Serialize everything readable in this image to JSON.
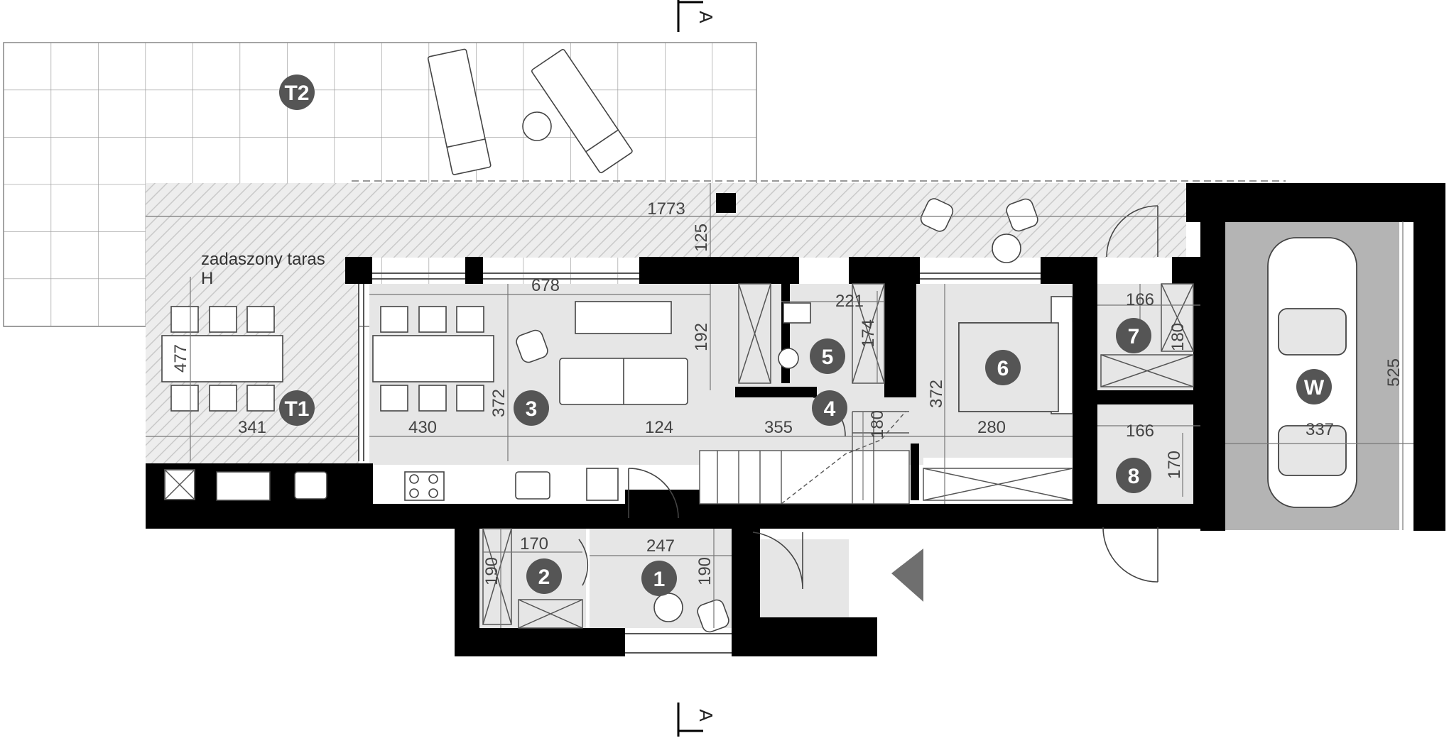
{
  "terrace_label": "zadaszony taras",
  "terrace_marker": "H",
  "section_marker": "A",
  "room_badges": {
    "t2": "T2",
    "t1": "T1",
    "r1": "1",
    "r2": "2",
    "r3": "3",
    "r4": "4",
    "r5": "5",
    "r6": "6",
    "r7": "7",
    "r8": "8",
    "garage": "W"
  },
  "dimensions": {
    "overall_width": "1773",
    "terrace_depth": "125",
    "t1_depth": "477",
    "t1_width": "341",
    "living_width": "678",
    "living_depth_a": "192",
    "living_depth_b": "372",
    "living_seg_1": "430",
    "living_seg_2": "124",
    "living_seg_3": "355",
    "bath_width": "221",
    "bath_depth": "174",
    "stair_depth": "180",
    "bedroom_depth": "372",
    "bedroom_width": "280",
    "room7_width": "166",
    "room7_depth": "180",
    "room8_width": "166",
    "room8_depth": "170",
    "garage_width": "337",
    "garage_depth": "525",
    "room2_width": "170",
    "room2_depth": "190",
    "room1_width": "247",
    "room1_depth": "190"
  },
  "colors": {
    "wall": "#000000",
    "room_fill": "#e6e6e6",
    "garage_fill": "#b4b4b4",
    "badge": "#555555",
    "grid_line": "#9a9a9a",
    "section_arrow": "#6f6f6f"
  }
}
